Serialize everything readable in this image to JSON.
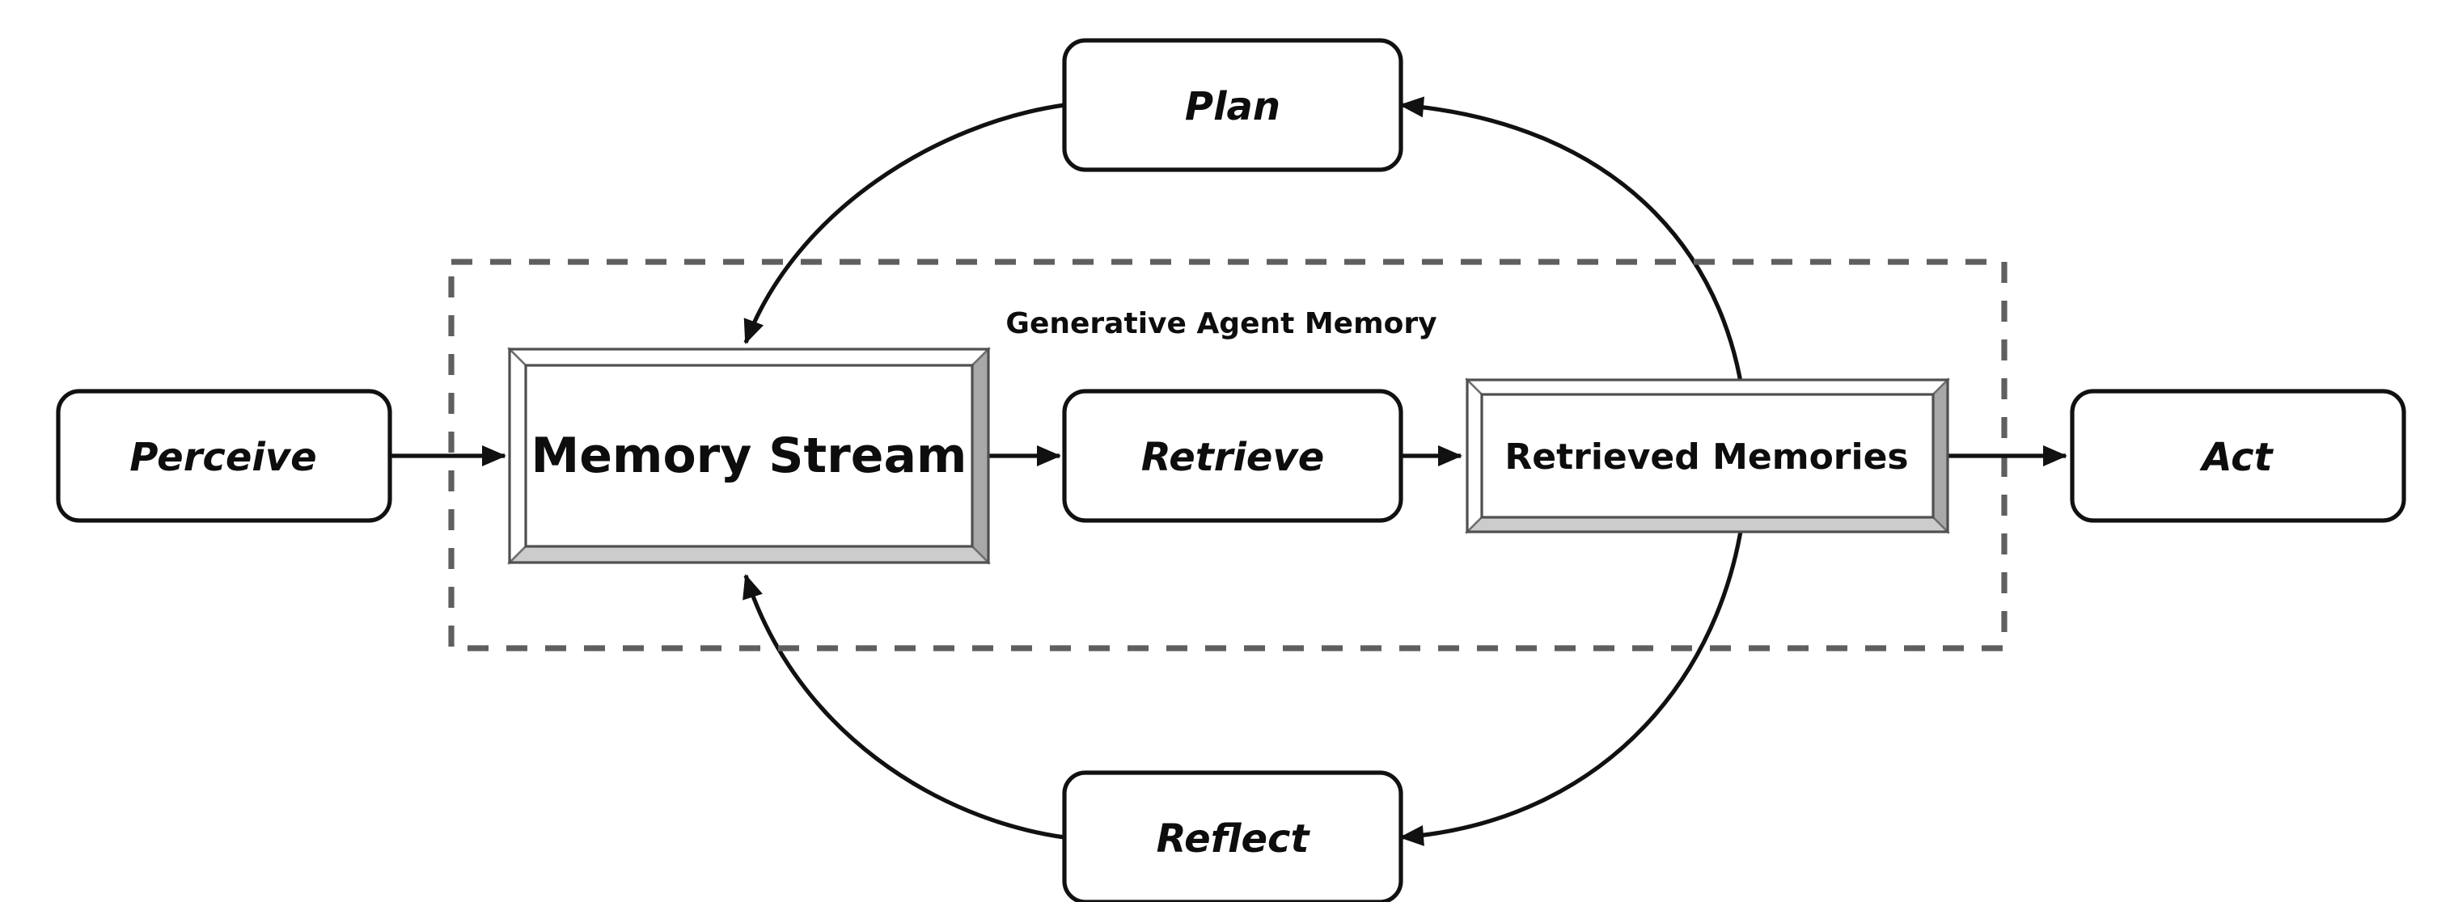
{
  "container": {
    "label": "Generative Agent Memory"
  },
  "nodes": {
    "perceive": {
      "label": "Perceive",
      "shape": "rounded",
      "text_style": "italic"
    },
    "memory_stream": {
      "label": "Memory Stream",
      "shape": "beveled-frame",
      "text_style": "bold"
    },
    "retrieve": {
      "label": "Retrieve",
      "shape": "rounded",
      "text_style": "italic"
    },
    "retrieved_memories": {
      "label": "Retrieved Memories",
      "shape": "beveled-frame",
      "text_style": "bold"
    },
    "act": {
      "label": "Act",
      "shape": "rounded",
      "text_style": "italic"
    },
    "plan": {
      "label": "Plan",
      "shape": "rounded",
      "text_style": "italic"
    },
    "reflect": {
      "label": "Reflect",
      "shape": "rounded",
      "text_style": "italic"
    }
  },
  "edges": [
    {
      "from": "Perceive",
      "to": "Memory Stream"
    },
    {
      "from": "Memory Stream",
      "to": "Retrieve"
    },
    {
      "from": "Retrieve",
      "to": "Retrieved Memories"
    },
    {
      "from": "Retrieved Memories",
      "to": "Act"
    },
    {
      "from": "Retrieved Memories",
      "to": "Plan"
    },
    {
      "from": "Plan",
      "to": "Memory Stream"
    },
    {
      "from": "Retrieved Memories",
      "to": "Reflect"
    },
    {
      "from": "Reflect",
      "to": "Memory Stream"
    }
  ],
  "colors": {
    "background": "#ffffff",
    "line": "#111111",
    "dashed_border": "#5f5f5f",
    "bevel_highlight": "#ffffff",
    "bevel_right_shadow": "#a8a8a8",
    "bevel_bottom_shadow": "#cccccc",
    "bevel_edge_line": "#6f6f6f",
    "text": "#0d0d0d"
  }
}
